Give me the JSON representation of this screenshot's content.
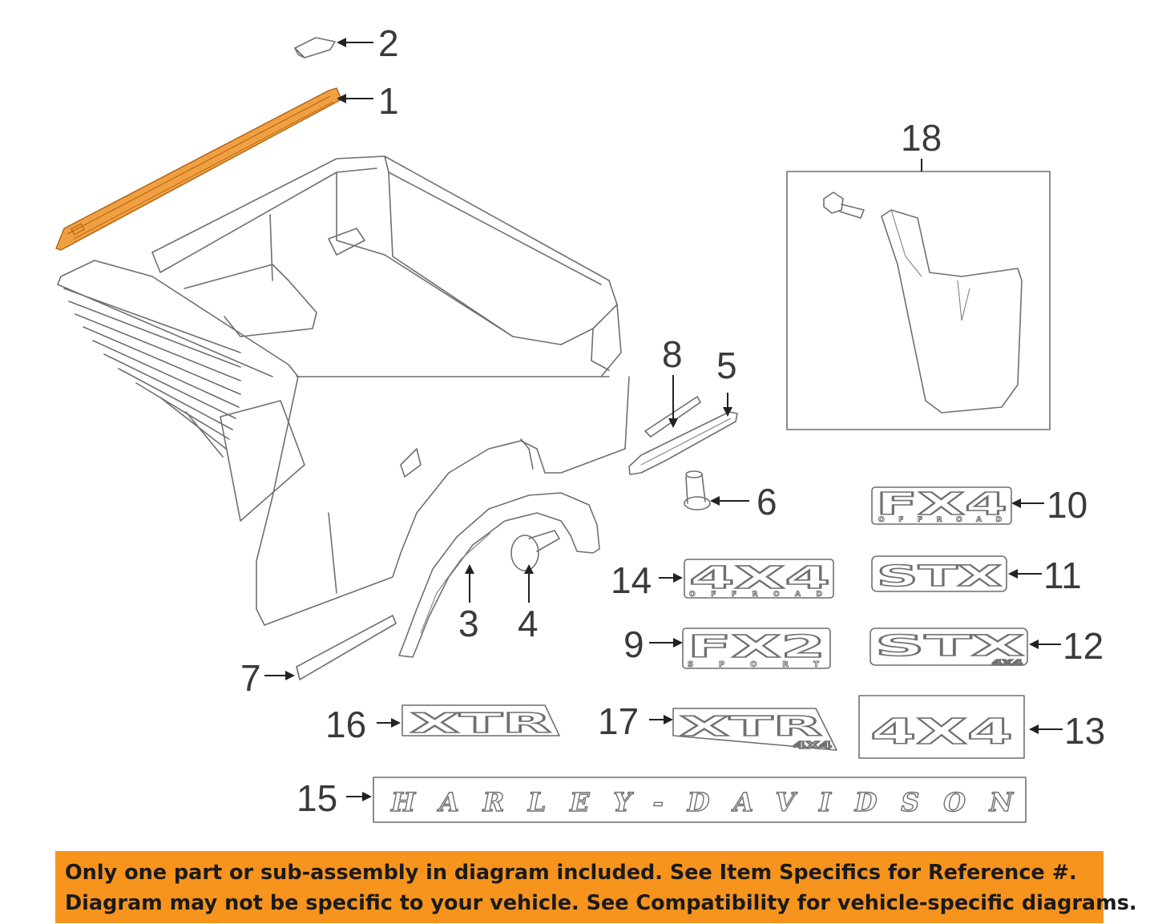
{
  "callouts": {
    "c1": "1",
    "c2": "2",
    "c3": "3",
    "c4": "4",
    "c5": "5",
    "c6": "6",
    "c7": "7",
    "c8": "8",
    "c9": "9",
    "c10": "10",
    "c11": "11",
    "c12": "12",
    "c13": "13",
    "c14": "14",
    "c15": "15",
    "c16": "16",
    "c17": "17",
    "c18": "18"
  },
  "badges": {
    "fx4": "FX4",
    "fx4_sub": "OFFROAD",
    "stx11": "STX",
    "stx12": "STX",
    "stx12_sub": "4X4",
    "x4x4_13": "4X4",
    "x4x4_14": "4X4",
    "x4x4_14_sub": "OFFROAD",
    "fx2": "FX2",
    "fx2_sub": "SPORT",
    "xtr16": "XTR",
    "xtr17": "XTR",
    "xtr17_sub": "4X4",
    "harley": "HARLEY-DAVIDSON"
  },
  "notice": {
    "line1": "Only one part or sub-assembly in diagram included. See Item Specifics for Reference #.",
    "line2": "Diagram may not be specific to your vehicle. See Compatibility for vehicle-specific diagrams."
  },
  "colors": {
    "highlight": "#f0a040",
    "banner": "#f7941d",
    "linework": "#6f6f6f"
  }
}
